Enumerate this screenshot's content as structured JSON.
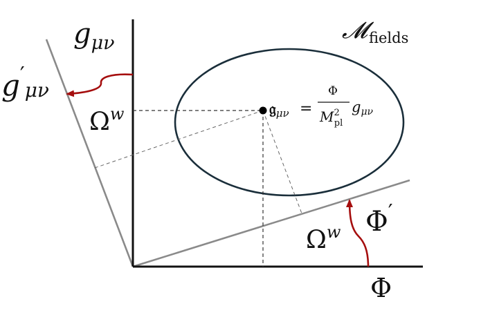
{
  "diagram": {
    "manifold_symbol": "𝓜",
    "manifold_subscript": "fields",
    "y_axis_base": "g",
    "y_axis_sub": "μν",
    "x_axis_label": "Φ",
    "rotated_y_base": "g",
    "rotated_y_prime": "′",
    "rotated_y_sub": "μν",
    "rotated_x_base": "Φ",
    "rotated_x_prime": "′",
    "rotation_left_base": "Ω",
    "rotation_left_sup": "w",
    "rotation_right_base": "Ω",
    "rotation_right_sup": "w",
    "point_label": {
      "lhs_base": "𝔤",
      "lhs_sub": "μν",
      "equals": "=",
      "numerator": "Φ",
      "denominator_base": "M",
      "denominator_sup": "2",
      "denominator_sub": "pl",
      "rhs_base": "g",
      "rhs_sub": "μν"
    }
  },
  "colors": {
    "axes": "#111111",
    "rotated_axes": "#8a8a8a",
    "ellipse": "#1a2e3a",
    "rotation_arrows": "#a50e0e",
    "dashed_lines": "#333333",
    "point": "#000000"
  }
}
